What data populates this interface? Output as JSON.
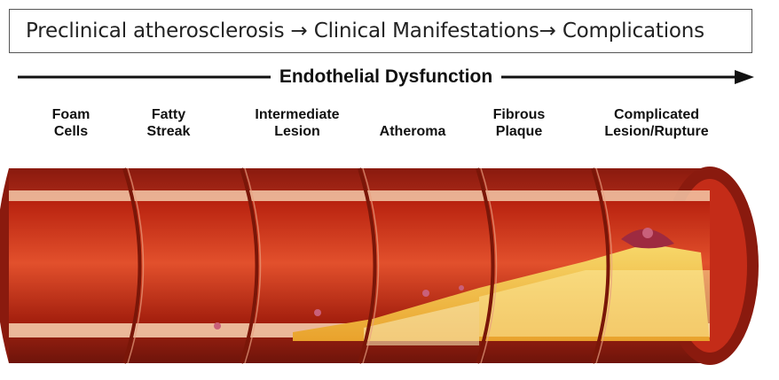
{
  "title": "Preclinical atherosclerosis → Clinical Manifestations→ Complications",
  "arrow_label": "Endothelial Dysfunction",
  "stages": [
    {
      "label": "Foam\nCells"
    },
    {
      "label": "Fatty\nStreak"
    },
    {
      "label": "Intermediate\nLesion"
    },
    {
      "label": "Atheroma"
    },
    {
      "label": "Fibrous\nPlaque"
    },
    {
      "label": "Complicated\nLesion/Rupture"
    }
  ],
  "colors": {
    "artery_wall": "#c8301c",
    "artery_dark": "#8a1a0e",
    "plaque": "#f2c24a",
    "intima": "#f4c9a8"
  }
}
